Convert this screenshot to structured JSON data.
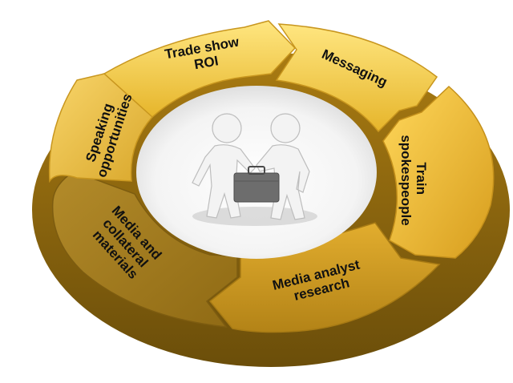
{
  "diagram": {
    "segments": [
      {
        "id": "trade-show-roi",
        "lines": [
          "Trade show",
          "ROI"
        ]
      },
      {
        "id": "messaging",
        "lines": [
          "Messaging"
        ]
      },
      {
        "id": "train-spokespeople",
        "lines": [
          "Train",
          "spokespeople"
        ]
      },
      {
        "id": "media-analyst-research",
        "lines": [
          "Media analyst",
          "research"
        ]
      },
      {
        "id": "media-collateral-materials",
        "lines": [
          "Media and",
          "collateral",
          "materials"
        ]
      },
      {
        "id": "speaking-opportunities",
        "lines": [
          "Speaking",
          "opportunities"
        ]
      }
    ],
    "center_figure": "two-figures-handshake-briefcase",
    "colors": {
      "gold_light": "#f6d24a",
      "gold_mid": "#e7b52a",
      "gold_dark": "#b7861a",
      "gold_deep": "#8a6712",
      "figure": "#f2f2f2",
      "briefcase": "#6d6d6d"
    }
  }
}
